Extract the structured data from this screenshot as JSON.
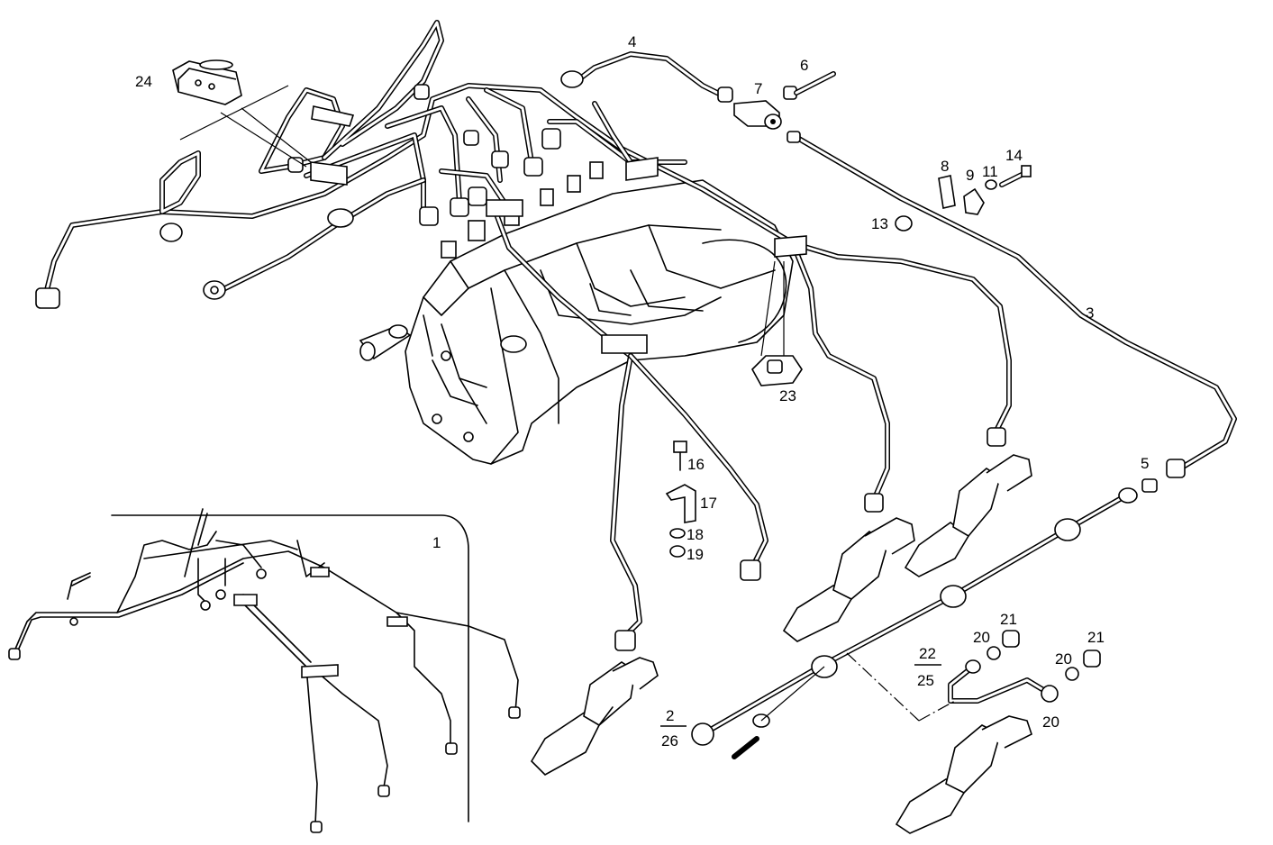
{
  "callouts": [
    {
      "id": "c1",
      "text": "1"
    },
    {
      "id": "c3",
      "text": "3"
    },
    {
      "id": "c4",
      "text": "4"
    },
    {
      "id": "c5",
      "text": "5"
    },
    {
      "id": "c6",
      "text": "6"
    },
    {
      "id": "c7",
      "text": "7"
    },
    {
      "id": "c8",
      "text": "8"
    },
    {
      "id": "c9",
      "text": "9"
    },
    {
      "id": "c11",
      "text": "11"
    },
    {
      "id": "c13",
      "text": "13"
    },
    {
      "id": "c14",
      "text": "14"
    },
    {
      "id": "c16",
      "text": "16"
    },
    {
      "id": "c17",
      "text": "17"
    },
    {
      "id": "c18",
      "text": "18"
    },
    {
      "id": "c19",
      "text": "19"
    },
    {
      "id": "c20a",
      "text": "20"
    },
    {
      "id": "c20b",
      "text": "20"
    },
    {
      "id": "c20c",
      "text": "20"
    },
    {
      "id": "c21a",
      "text": "21"
    },
    {
      "id": "c21b",
      "text": "21"
    },
    {
      "id": "c23",
      "text": "23"
    },
    {
      "id": "c24",
      "text": "24"
    }
  ],
  "fractions": [
    {
      "id": "f2",
      "top": "2",
      "bottom": "26"
    },
    {
      "id": "f22",
      "top": "22",
      "bottom": "25"
    }
  ]
}
